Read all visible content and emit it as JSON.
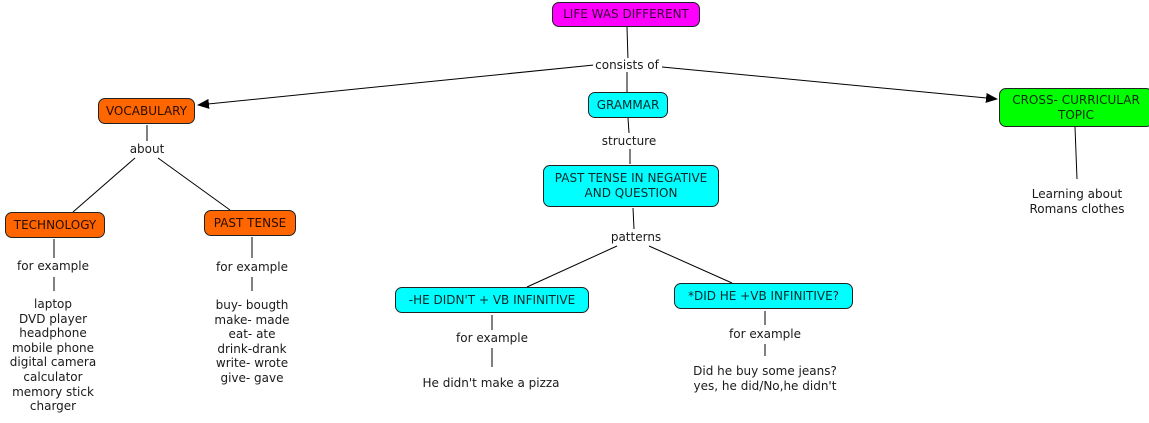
{
  "title": "LIFE WAS DIFFERENT",
  "colors": {
    "root": "#ff00ff",
    "vocabulary": "#ff6600",
    "grammar": "#00ffff",
    "cross_curricular": "#00ff00",
    "line": "#000000"
  },
  "nodes": {
    "root": "LIFE WAS DIFFERENT",
    "vocabulary": "VOCABULARY",
    "grammar": "GRAMMAR",
    "cross": "CROSS- CURRICULAR TOPIC",
    "technology": "TECHNOLOGY",
    "past_tense": "PAST TENSE",
    "past_tense_neg_q": "PAST TENSE IN NEGATIVE AND QUESTION",
    "negative_pattern": "-HE DIDN'T + VB INFINITIVE",
    "question_pattern": "*DID HE +VB INFINITIVE?"
  },
  "linking_phrases": {
    "consists_of": "consists of",
    "about": "about",
    "structure": "structure",
    "patterns": "patterns",
    "tech_for_example": "for example",
    "past_for_example": "for example",
    "neg_for_example": "for example",
    "q_for_example": "for example"
  },
  "leaves": {
    "technology_examples": [
      "laptop",
      "DVD player",
      "headphone",
      "mobile phone",
      "digital camera",
      "calculator",
      "memory stick",
      "charger"
    ],
    "past_tense_examples": [
      "buy- bougth",
      "make- made",
      "eat- ate",
      "drink-drank",
      "write- wrote",
      "give- gave"
    ],
    "negative_example": [
      "He didn't make a pizza"
    ],
    "question_example": [
      "Did he buy some jeans?",
      "yes, he did/No,he didn't"
    ],
    "cross_example": [
      "Learning about",
      "Romans clothes"
    ]
  }
}
